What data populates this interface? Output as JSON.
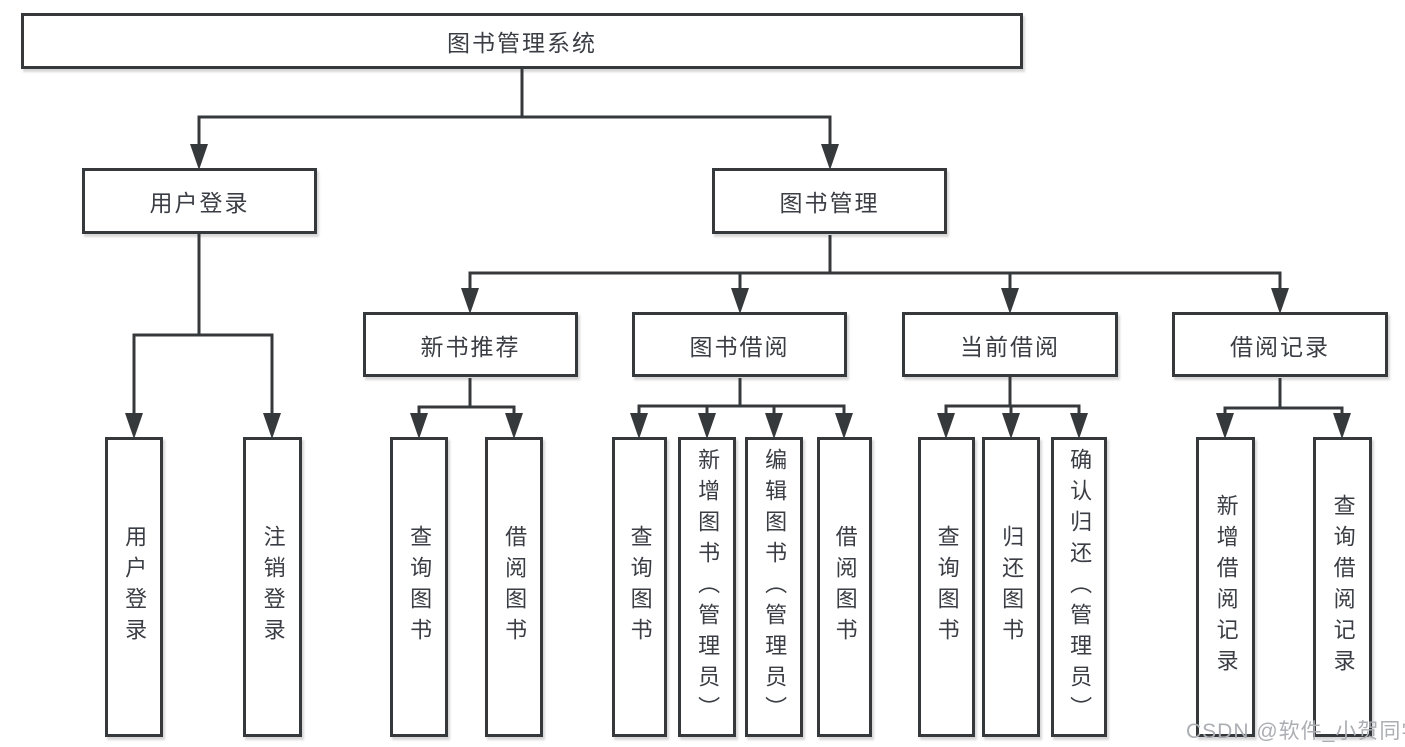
{
  "diagram_type": "functional-structure-tree",
  "colors": {
    "background": "#ffffff",
    "line": "#36393c",
    "text": "#3a3e44",
    "watermark": "#abaeb3"
  },
  "watermark": "CSDN @软件_小贺同学",
  "tree": {
    "root": {
      "label": "图书管理系统"
    },
    "branches": [
      {
        "label": "用户登录",
        "children": [
          {
            "label": "用户登录"
          },
          {
            "label": "注销登录"
          }
        ]
      },
      {
        "label": "图书管理",
        "children": [
          {
            "label": "新书推荐",
            "children": [
              {
                "label": "查询图书"
              },
              {
                "label": "借阅图书"
              }
            ]
          },
          {
            "label": "图书借阅",
            "children": [
              {
                "label": "查询图书"
              },
              {
                "label": "新增图书（管理员）"
              },
              {
                "label": "编辑图书（管理员）"
              },
              {
                "label": "借阅图书"
              }
            ]
          },
          {
            "label": "当前借阅",
            "children": [
              {
                "label": "查询图书"
              },
              {
                "label": "归还图书"
              },
              {
                "label": "确认归还（管理员）"
              }
            ]
          },
          {
            "label": "借阅记录",
            "children": [
              {
                "label": "新增借阅记录"
              },
              {
                "label": "查询借阅记录"
              }
            ]
          }
        ]
      }
    ]
  }
}
